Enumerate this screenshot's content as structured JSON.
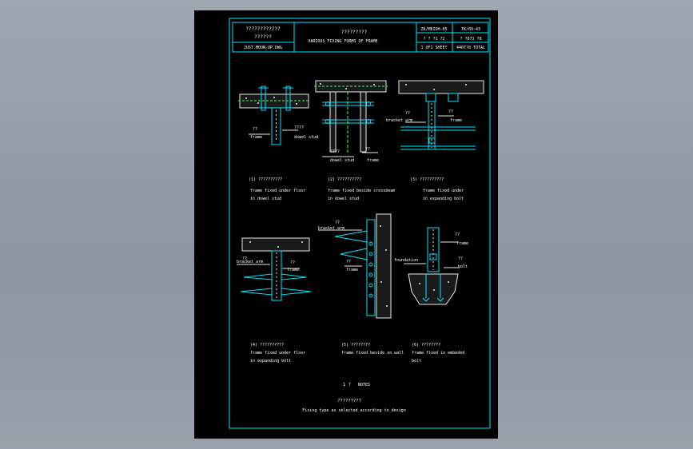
{
  "title_block": {
    "cn_line1": "????????????",
    "cn_line2": "??????",
    "file_name": "JUST.MOON-UP.DWG",
    "cn_title": "?????????",
    "en_title": "VARIOUS FIXING FORMS OF FRAME",
    "code1": "ZK/MEIOH-05",
    "code2": "TK/09-43",
    "row2_left": "? ? ?1 ?2",
    "row2_right": "? ?071 ?8",
    "row3_left": "1 OF1 SHEET",
    "row3_right": "4407?8 TOTAL"
  },
  "details": [
    {
      "num": "(1) ??????????",
      "en1": "frame fixed under floor",
      "en2": "in dowel stud",
      "labels": [
        "??",
        "frame",
        "????",
        "dowel stud"
      ]
    },
    {
      "num": "(2) ??????????",
      "en1": "frame fixed beside crossbeam",
      "en2": "in dowel stud",
      "labels": [
        "????",
        "dowel stud",
        "??",
        "frame"
      ]
    },
    {
      "num": "(3) ??????????",
      "en1": "frame fixed under",
      "en2": "in expanding bolt",
      "labels": [
        "??",
        "bracket arm",
        "??",
        "frame"
      ]
    },
    {
      "num": "(4) ??????????",
      "en1": "frame fixed under floor",
      "en2": "in expanding bolt",
      "labels": [
        "??",
        "bracket arm",
        "??",
        "frame"
      ]
    },
    {
      "num": "(5) ????????",
      "en1": "frame fixed beside on wall",
      "en2": "",
      "labels": [
        "??",
        "bracket arm",
        "??",
        "frame"
      ]
    },
    {
      "num": "(6) ????????",
      "en1": "frame fixed in embeded",
      "en2": "bolt",
      "labels": [
        "??",
        "frame",
        "foundation",
        "??",
        "bolt"
      ]
    }
  ],
  "notes": {
    "heading_cn": "1 ?",
    "heading_en": "NOTES",
    "line_cn": "?????????",
    "line_en": "Fixing type as selected according to design"
  },
  "colors": {
    "line": "#00e5ff",
    "aux": "#e8e8e8",
    "accent": "#40ff40",
    "background": "#000000"
  }
}
